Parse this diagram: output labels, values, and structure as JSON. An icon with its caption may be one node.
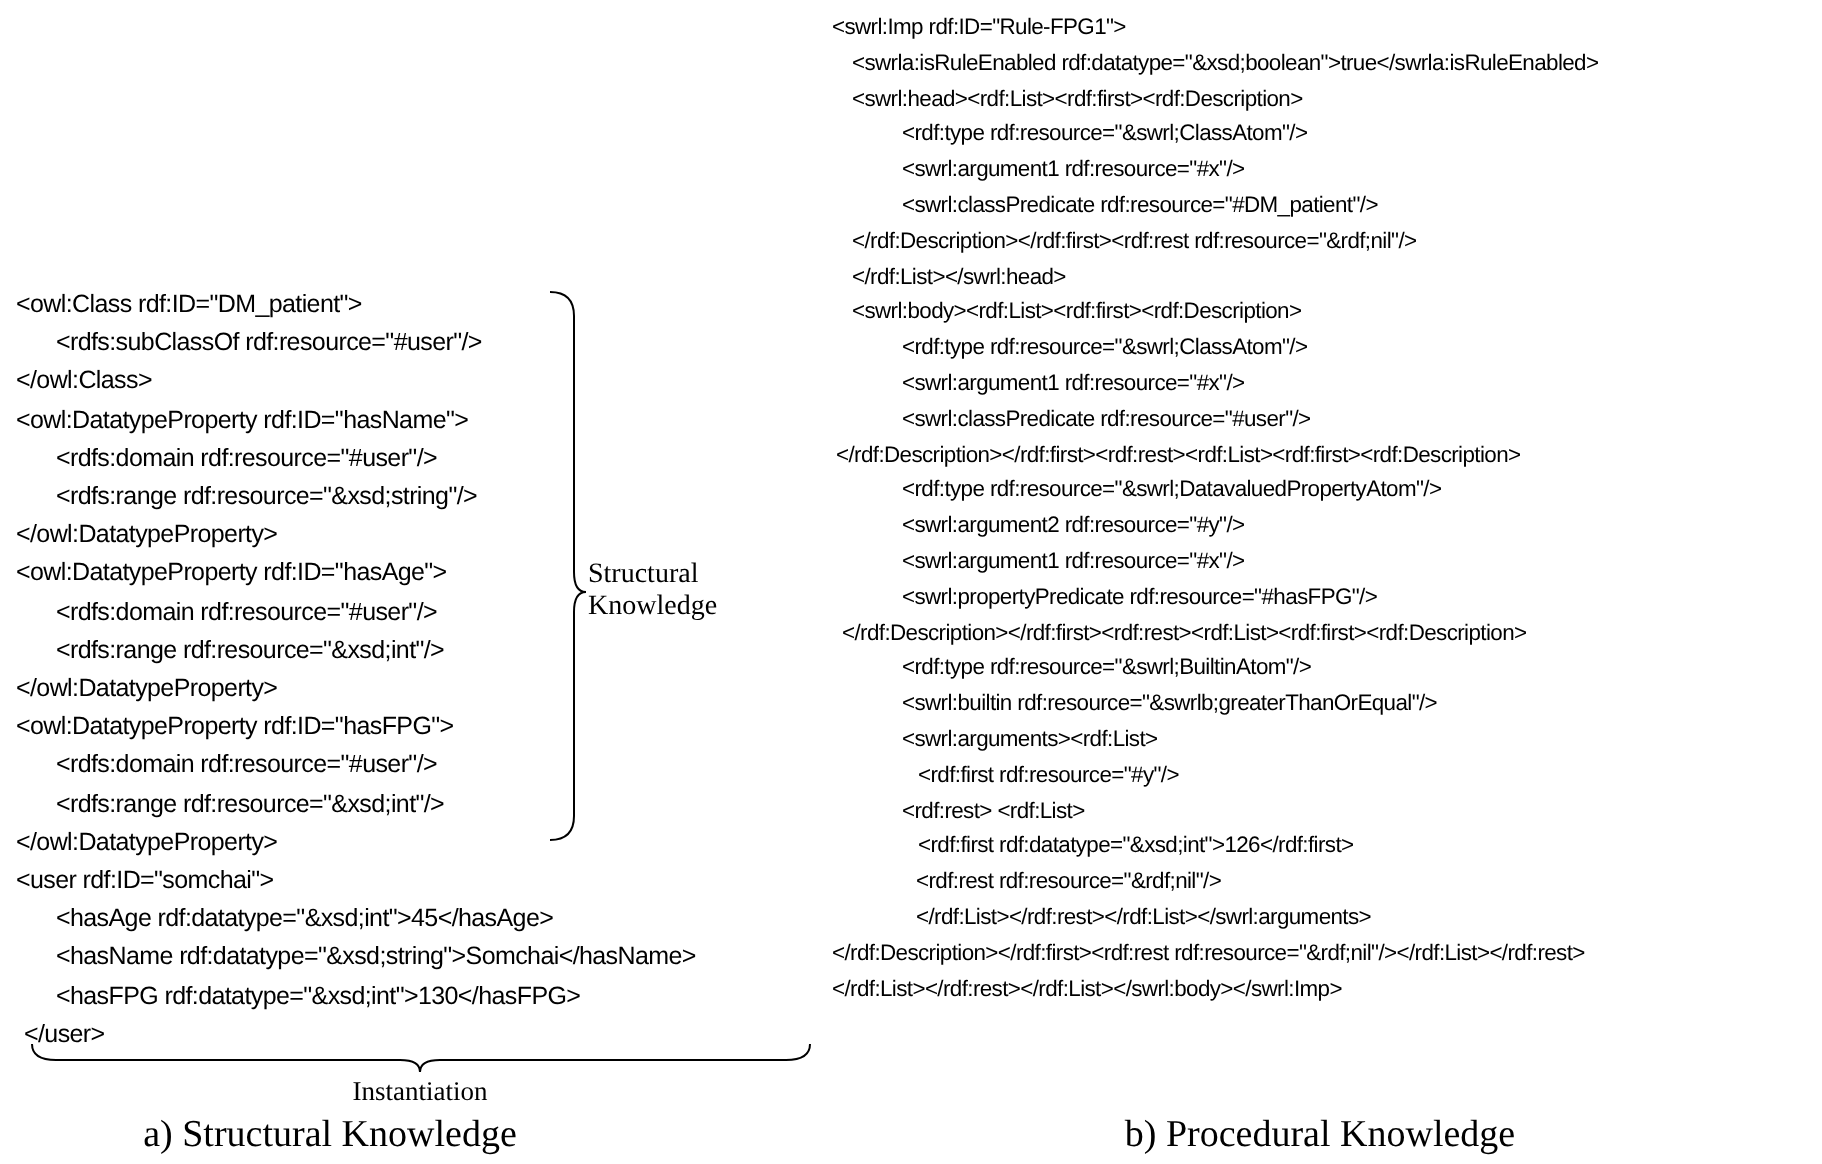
{
  "diagram": {
    "labels": [
      "<owl:Class rdf:ID=\"DM_patient\">",
      "<rdfs:subClassOf rdf:resource=\"#user\"/>",
      "</owl:Class>",
      "<owl:DatatypeProperty rdf:ID=\"hasName\">",
      "<rdfs:domain rdf:resource=\"#user\"/>",
      "<rdfs:range rdf:resource=\"&xsd;string\"/>",
      "</owl:DatatypeProperty>",
      "<owl:DatatypeProperty rdf:ID=\"hasAge\">",
      "<rdfs:domain rdf:resource=\"#user\"/>",
      "<rdfs:range rdf:resource=\"&xsd;int\"/>",
      "</owl:DatatypeProperty>",
      "<owl:DatatypeProperty rdf:ID=\"hasFPG\">",
      "<rdfs:domain rdf:resource=\"#user\"/>",
      "<rdfs:range rdf:resource=\"&xsd;int\"/>",
      "</owl:DatatypeProperty>",
      "<user rdf:ID=\"somchai\">",
      "<hasAge rdf:datatype=\"&xsd;int\">45</hasAge>",
      "<hasName rdf:datatype=\"&xsd;string\">Somchai</hasName>",
      "<hasFPG rdf:datatype=\"&xsd;int\">130</hasFPG>",
      "</user>",
      "Structural Knowledge",
      "Instantiation",
      "<swrl:Imp rdf:ID=\"Rule-FPG1\">",
      "<swrla:isRuleEnabled rdf:datatype=\"&xsd;boolean\">true</swrla:isRuleEnabled>",
      "<swrl:head><rdf:List><rdf:first><rdf:Description>",
      "<rdf:type rdf:resource=\"&swrl;ClassAtom\"/>",
      "<swrl:argument1 rdf:resource=\"#x\"/>",
      "<swrl:classPredicate rdf:resource=\"#DM_patient\"/>",
      "</rdf:Description></rdf:first><rdf:rest rdf:resource=\"&rdf;nil\"/>",
      "</rdf:List></swrl:head>",
      "<swrl:body><rdf:List><rdf:first><rdf:Description>",
      "<rdf:type rdf:resource=\"&swrl;ClassAtom\"/>",
      "<swrl:argument1 rdf:resource=\"#x\"/>",
      "<swrl:classPredicate rdf:resource=\"#user\"/>",
      "</rdf:Description></rdf:first><rdf:rest><rdf:List><rdf:first><rdf:Description>",
      "<rdf:type rdf:resource=\"&swrl;DatavaluedPropertyAtom\"/>",
      "<swrl:argument2 rdf:resource=\"#y\"/>",
      "<swrl:argument1 rdf:resource=\"#x\"/>",
      "<swrl:propertyPredicate rdf:resource=\"#hasFPG\"/>",
      "</rdf:Description></rdf:first><rdf:rest><rdf:List><rdf:first><rdf:Description>",
      "<rdf:type rdf:resource=\"&swrl;BuiltinAtom\"/>",
      "<swrl:builtin rdf:resource=\"&swrlb;greaterThanOrEqual\"/>",
      "<swrl:arguments><rdf:List>",
      "<rdf:first rdf:resource=\"#y\"/>",
      "<rdf:rest> <rdf:List>",
      "<rdf:first rdf:datatype=\"&xsd;int\">126</rdf:first>",
      "<rdf:rest rdf:resource=\"&rdf;nil\"/>",
      "</rdf:List></rdf:rest></rdf:List></swrl:arguments>",
      "</rdf:Description></rdf:first><rdf:rest rdf:resource=\"&rdf;nil\"/></rdf:List></rdf:rest>",
      "</rdf:List></rdf:rest></rdf:List></swrl:body></swrl:Imp>",
      "a) Structural Knowledge",
      "b) Procedural Knowledge"
    ]
  }
}
